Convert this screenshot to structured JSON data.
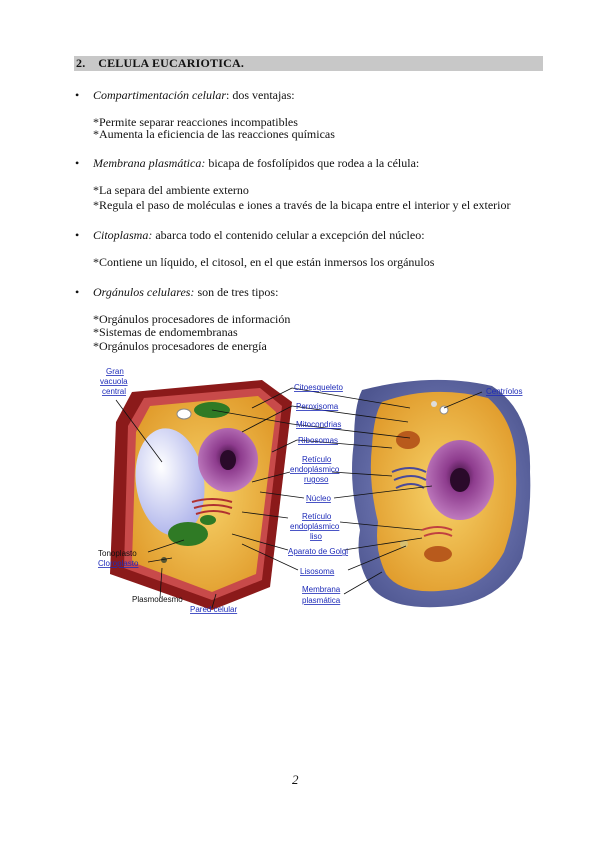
{
  "section": {
    "number": "2.",
    "title": "CELULA EUCARIOTICA."
  },
  "bullets": [
    {
      "term": "Compartimentación celular",
      "rest": ": dos ventajas:",
      "subs": [
        "*Permite separar reacciones incompatibles",
        "*Aumenta la eficiencia de las reacciones químicas"
      ]
    },
    {
      "term": "Membrana plasmática:",
      "rest": " bicapa de fosfolípidos que rodea a la célula:",
      "subs": [
        "*La separa del ambiente externo",
        "*Regula el paso de moléculas e iones a través de la bicapa entre el interior y el exterior"
      ]
    },
    {
      "term": "Citoplasma:",
      "rest": " abarca todo el contenido celular a excepción del núcleo:",
      "subs": [
        "*Contiene un líquido, el citosol, en el que están inmersos los orgánulos"
      ]
    },
    {
      "term": "Orgánulos celulares:",
      "rest": " son de tres tipos:",
      "subs": [
        "*Orgánulos procesadores de información",
        "*Sistemas de endomembranas",
        "*Orgánulos procesadores de energía"
      ]
    }
  ],
  "figure": {
    "labels": {
      "vacuola": [
        "Gran",
        "vacuola",
        "central"
      ],
      "citoesqueleto": "Citoesqueleto",
      "peroxisoma": "Peroxisoma",
      "mitocondrias": "Mitocondrias",
      "ribosomas": "Ribosomas",
      "rer": [
        "Retículo",
        "endoplásmico",
        "rugoso"
      ],
      "nucleo": "Núcleo",
      "rel": [
        "Retículo",
        "endoplásmico",
        "liso"
      ],
      "golgi": "Aparato de Golgi",
      "lisosoma": "Lisosoma",
      "membrana": [
        "Membrana",
        "plasmática"
      ],
      "centriolos": "Centríolos",
      "tonoplasto": "Tonoplasto",
      "cloroplasto": "Cloroplasto",
      "plasmodesmo": "Plasmodesmo",
      "pared": "Pared celular"
    }
  },
  "page_number": "2"
}
